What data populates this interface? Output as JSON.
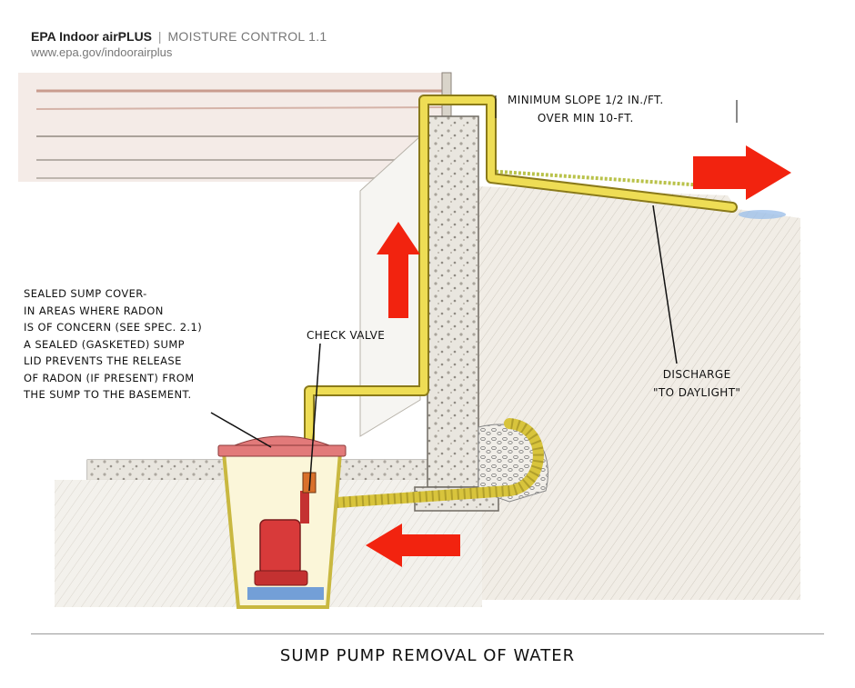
{
  "header": {
    "brand": "EPA Indoor airPLUS",
    "separator": "|",
    "section": "MOISTURE CONTROL 1.1",
    "url": "www.epa.gov/indoorairplus"
  },
  "labels": {
    "sealed_cover": [
      "SEALED SUMP COVER-",
      "IN AREAS WHERE  RADON",
      "IS OF CONCERN (SEE SPEC. 2.1)",
      "A SEALED (GASKETED) SUMP",
      "LID PREVENTS THE RELEASE",
      "OF RADON (IF PRESENT) FROM",
      "THE SUMP TO THE BASEMENT."
    ],
    "check_valve": "CHECK VALVE",
    "slope": [
      "MINIMUM SLOPE 1/2 IN./FT.",
      "OVER MIN 10-FT."
    ],
    "discharge": [
      "DISCHARGE",
      "\"TO DAYLIGHT\""
    ]
  },
  "title": "SUMP PUMP REMOVAL OF WATER",
  "colors": {
    "pipe": "#e8d84a",
    "pipe_outline": "#8a7a1a",
    "arrow": "#f2230f",
    "pump": "#d83a3a",
    "concrete": "#e8e4dc",
    "soil": "#efeae2",
    "floor_slab": "#d9d6cf",
    "beams": "#c99a8a",
    "water": "#5b8fd6"
  }
}
